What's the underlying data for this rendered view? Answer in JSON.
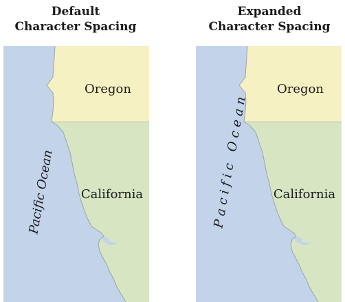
{
  "panels": [
    {
      "title_line1": "Default",
      "title_line2": "Character Spacing",
      "labels": {
        "oregon": "Oregon",
        "california": "California",
        "ocean": "Pacific Ocean"
      }
    },
    {
      "title_line1": "Expanded",
      "title_line2": "Character Spacing",
      "labels": {
        "oregon": "Oregon",
        "california": "California",
        "ocean": "P a c i f i c   O c e a n"
      }
    }
  ],
  "colors": {
    "ocean": "#c3d3ea",
    "oregon": "#f6f1c3",
    "california": "#d7e5c3",
    "border": "#c8c8b4",
    "coast": "#9aa5a5"
  }
}
